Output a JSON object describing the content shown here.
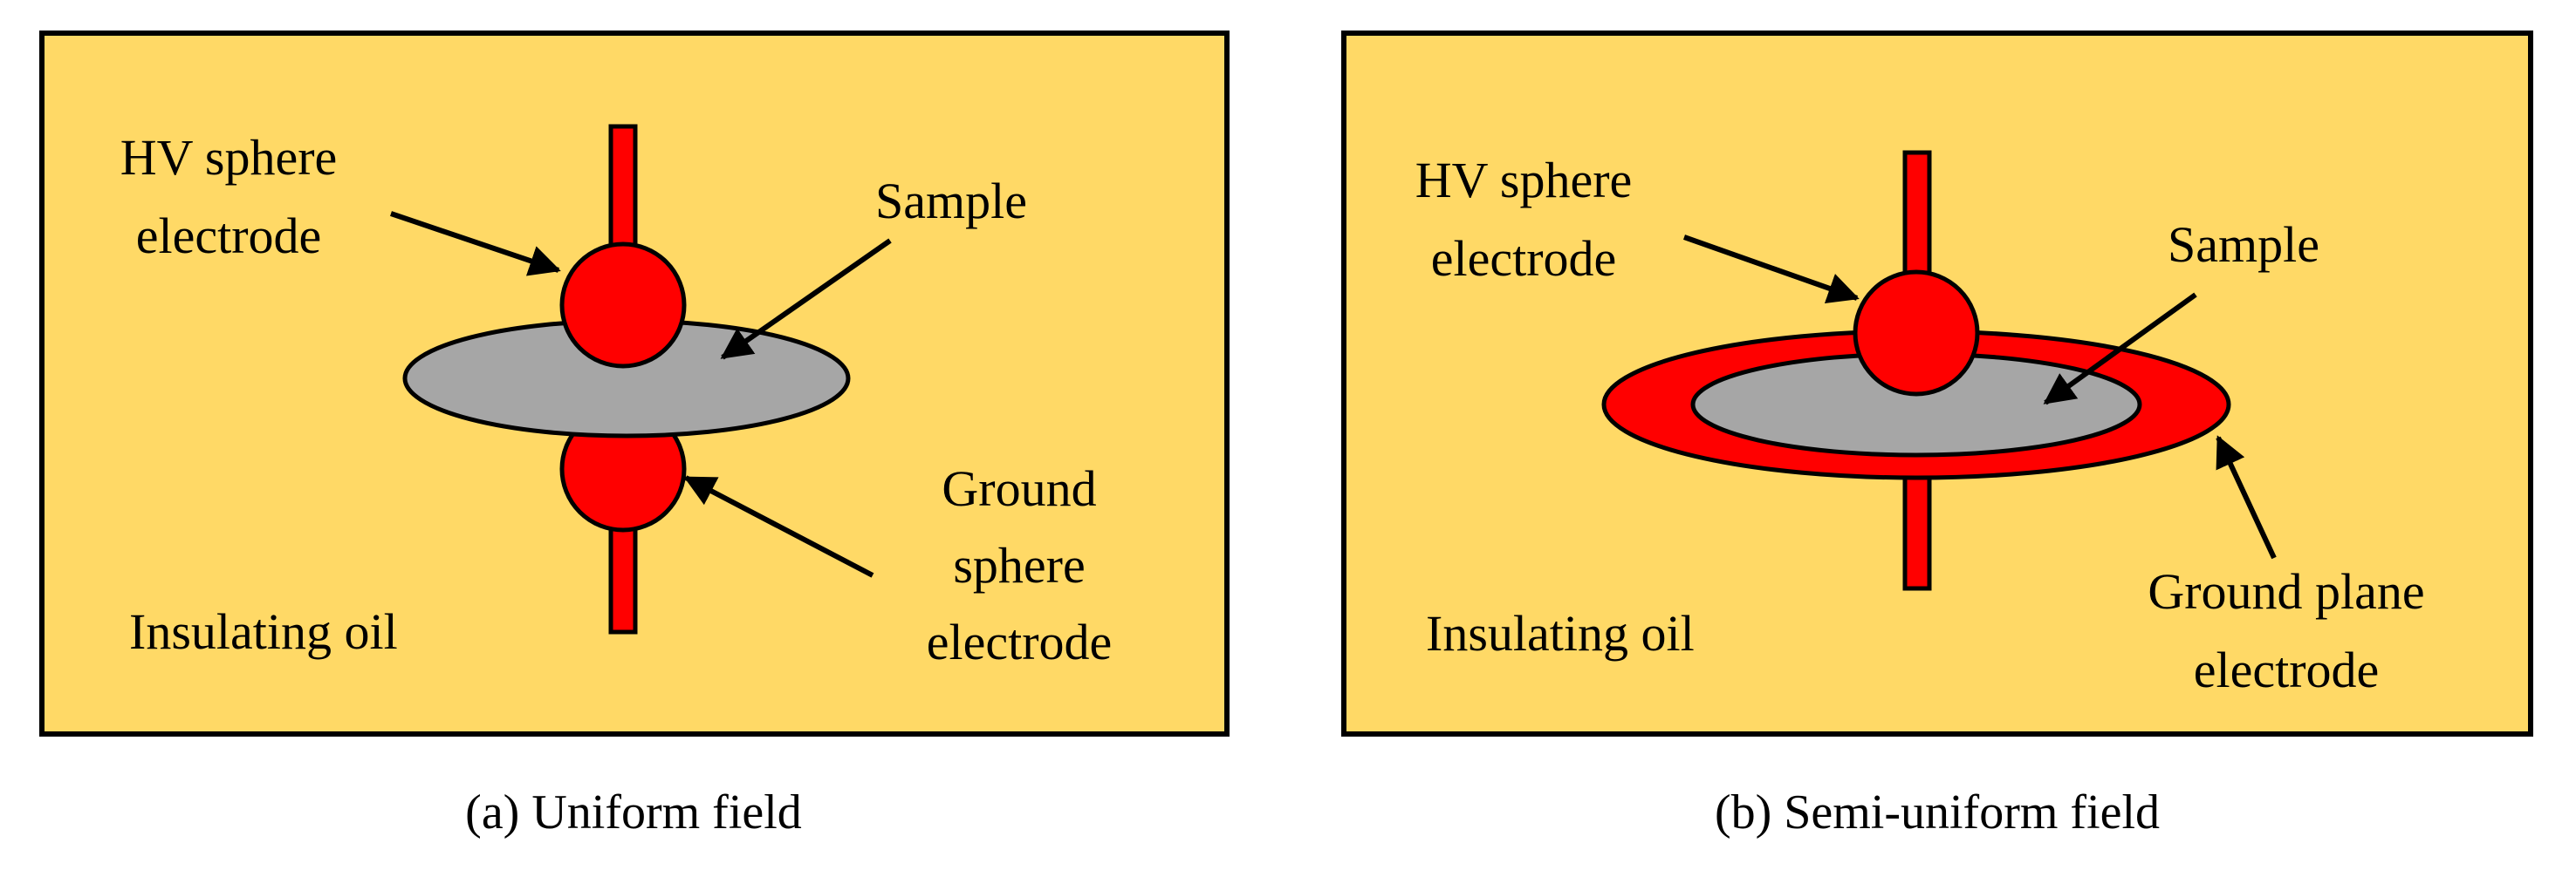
{
  "colors": {
    "panel_fill": "#FFD966",
    "electrode": "#FF0000",
    "sample": "#A6A6A6",
    "outline": "#000000"
  },
  "panel_a": {
    "hv_label_line1": "HV sphere",
    "hv_label_line2": "electrode",
    "sample_label": "Sample",
    "ground_label_line1": "Ground",
    "ground_label_line2": "sphere",
    "ground_label_line3": "electrode",
    "oil_label": "Insulating oil",
    "caption": "(a) Uniform field"
  },
  "panel_b": {
    "hv_label_line1": "HV sphere",
    "hv_label_line2": "electrode",
    "sample_label": "Sample",
    "ground_label_line1": "Ground plane",
    "ground_label_line2": "electrode",
    "oil_label": "Insulating oil",
    "caption": "(b) Semi-uniform field"
  }
}
